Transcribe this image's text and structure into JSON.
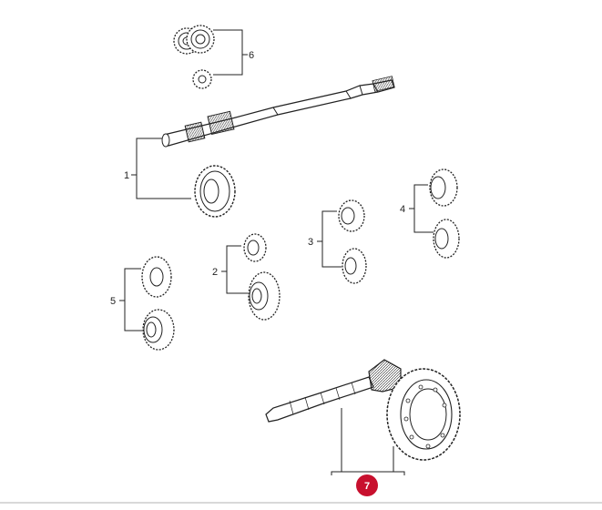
{
  "diagram": {
    "callouts": [
      {
        "id": "1",
        "label": "1"
      },
      {
        "id": "2",
        "label": "2"
      },
      {
        "id": "3",
        "label": "3"
      },
      {
        "id": "4",
        "label": "4"
      },
      {
        "id": "5",
        "label": "5"
      },
      {
        "id": "6",
        "label": "6"
      },
      {
        "id": "7",
        "label": "7",
        "highlighted": true
      }
    ],
    "colors": {
      "line": "#222222",
      "highlight": "#c8102e"
    }
  }
}
